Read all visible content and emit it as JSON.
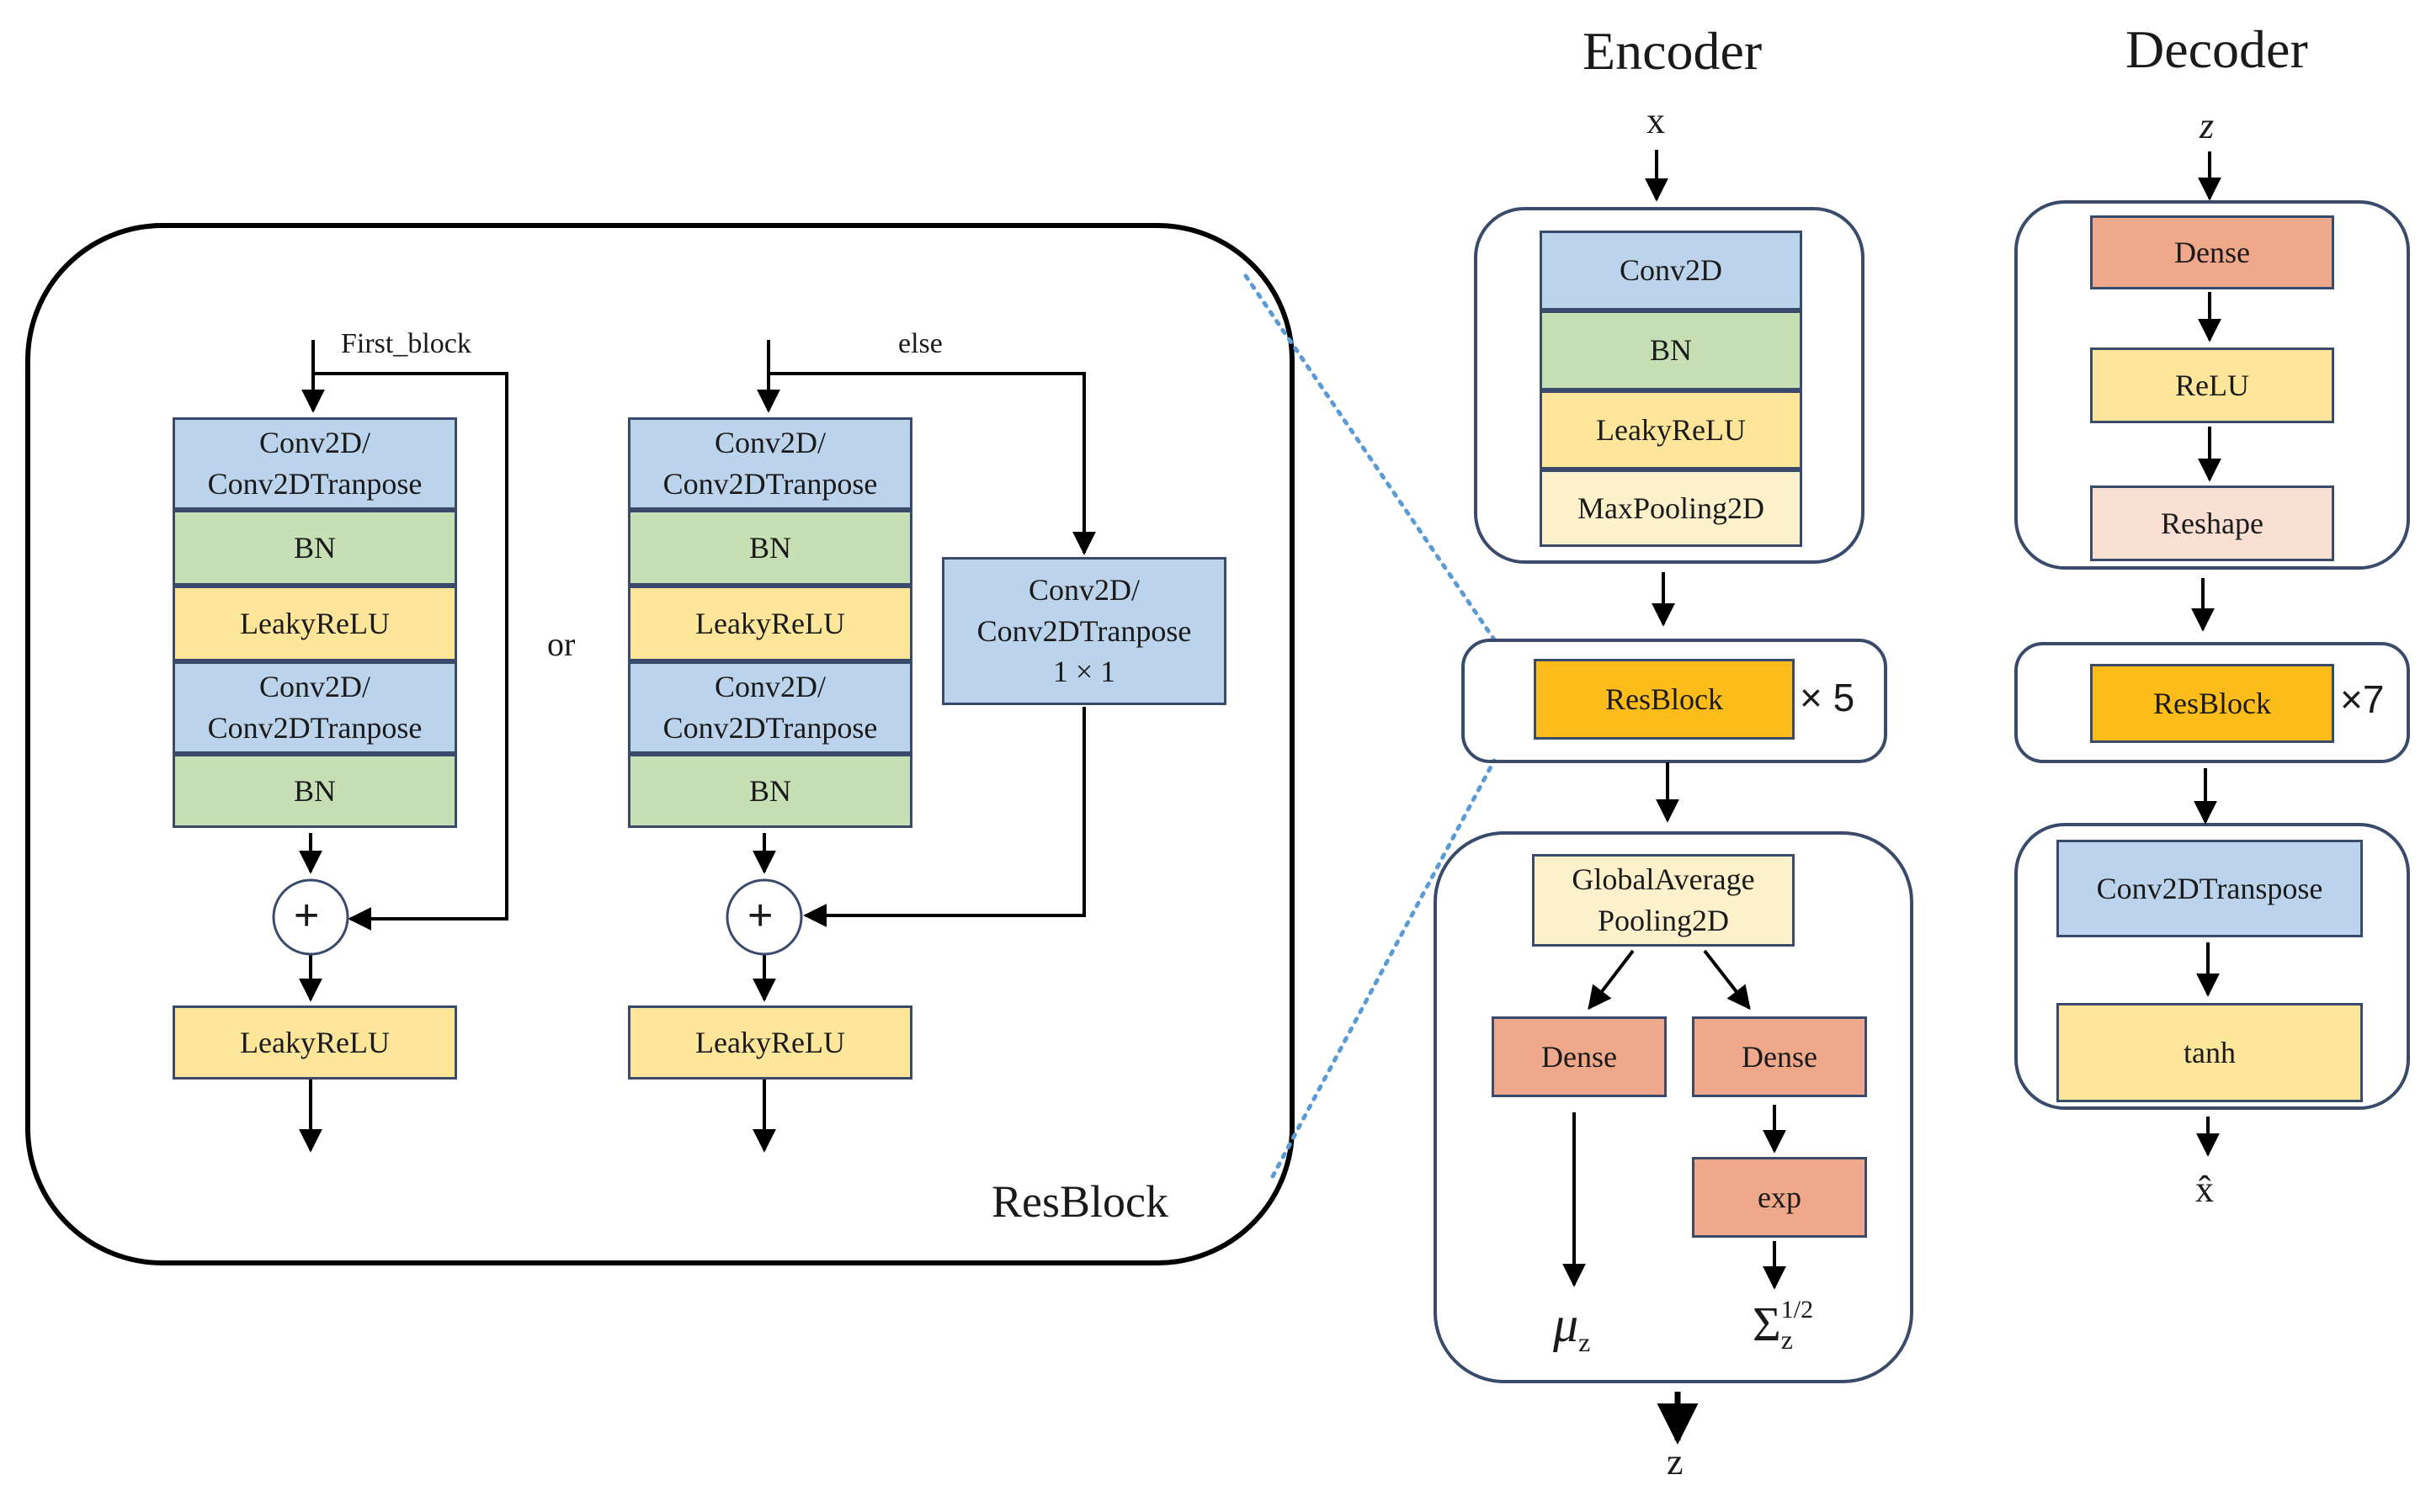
{
  "encoder": {
    "title": "Encoder",
    "input": "x",
    "conv_stack": [
      "Conv2D",
      "BN",
      "LeakyReLU",
      "MaxPooling2D"
    ],
    "resblock_label": "ResBlock",
    "resblock_repeat": "× 5",
    "gap_line1": "GlobalAverage",
    "gap_line2": "Pooling2D",
    "dense_left": "Dense",
    "dense_right": "Dense",
    "exp": "exp",
    "mu": "μ",
    "mu_sub": "z",
    "sigma": "Σ",
    "sigma_sub": "z",
    "sigma_sup": "1/2",
    "output": "z"
  },
  "decoder": {
    "title": "Decoder",
    "input": "z",
    "dense": "Dense",
    "relu": "ReLU",
    "reshape": "Reshape",
    "resblock_label": "ResBlock",
    "resblock_repeat": "×7",
    "conv_transpose": "Conv2DTranspose",
    "tanh": "tanh",
    "output": "x̂"
  },
  "resblock": {
    "title": "ResBlock",
    "or_label": "or",
    "left": {
      "branch_label": "First_block",
      "conv1_line1": "Conv2D/",
      "conv1_line2": "Conv2DTranpose",
      "bn1": "BN",
      "act": "LeakyReLU",
      "conv2_line1": "Conv2D/",
      "conv2_line2": "Conv2DTranpose",
      "bn2": "BN",
      "plus": "+",
      "out_act": "LeakyReLU"
    },
    "right": {
      "branch_label": "else",
      "conv1_line1": "Conv2D/",
      "conv1_line2": "Conv2DTranpose",
      "bn1": "BN",
      "act": "LeakyReLU",
      "conv2_line1": "Conv2D/",
      "conv2_line2": "Conv2DTranpose",
      "bn2": "BN",
      "plus": "+",
      "out_act": "LeakyReLU",
      "shortcut_line1": "Conv2D/",
      "shortcut_line2": "Conv2DTranpose",
      "shortcut_line3": "1 × 1"
    }
  },
  "colors": {
    "blue": "#bcd3ec",
    "green": "#c6dfb4",
    "yellow": "#fde69a",
    "cream": "#fdf1cc",
    "salmon": "#f0a88a",
    "peach": "#f9dfd2",
    "gold": "#fcbd1a",
    "stroke": "#3a4a6b",
    "connector": "#5b9bd5"
  }
}
